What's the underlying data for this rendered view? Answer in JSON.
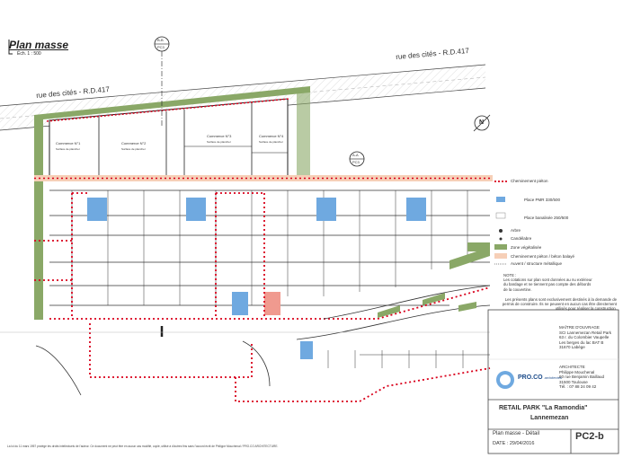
{
  "header": {
    "title": "Plan masse",
    "scale": "Éch. 1 : 500",
    "section_marker_top": {
      "letter": "B-B",
      "ref": "PC3"
    },
    "section_marker_right": {
      "letter": "A-A",
      "ref": "PC3"
    },
    "north_label": "N"
  },
  "streets": {
    "upper": "rue des cités - R.D.417",
    "lower": "rue des cités - R.D.417"
  },
  "buildings": [
    {
      "name": "Commerce N°1",
      "sub": "Surface de plancher"
    },
    {
      "name": "Commerce N°2",
      "sub": "Surface de plancher"
    },
    {
      "name": "Commerce N°3",
      "sub": "Surface de plancher"
    },
    {
      "name": "Commerce N°4",
      "sub": "Surface de plancher"
    }
  ],
  "legend": [
    {
      "label": "Cheminement piéton",
      "color": "#d9001b"
    },
    {
      "label": "Place PMR 330/500",
      "color": "#6fa9e0"
    },
    {
      "label": "Place banalisée 250/500",
      "color": "#ffffff"
    },
    {
      "label": "Arbre",
      "color": "#333333"
    },
    {
      "label": "Candélabre",
      "color": "#333333"
    },
    {
      "label": "Zone végétalisée",
      "color": "#8aa867"
    },
    {
      "label": "Cheminement piéton / béton balayé",
      "color": "#f6cfb7"
    },
    {
      "label": "Auvent / structure métallique",
      "color": "#888888"
    }
  ],
  "notes": {
    "head": "NOTE :",
    "line1": "Les cotations sur plan sont données au nu extérieur",
    "line2": "du bardage et ne tiennent pas compte des débords",
    "line3": "de la couvertine.",
    "p2_1": "Les présents plans sont exclusivement destinés à la demande de",
    "p2_2": "permis de construire. Ils ne peuvent en aucun cas être directement",
    "p2_3": "utilisés pour réaliser la construction."
  },
  "title_block": {
    "owner_title": "MAÎTRE D'OUVRAGE",
    "owner_lines": [
      "SCI Lannemezan Retail Park",
      "63 r. du Colombier Vaupelle",
      "Les berges du lac BAT B",
      "31670 Labège"
    ],
    "architect_title": "ARCHITECTE",
    "architect_lines": [
      "Philippe Mouchenal",
      "60 rue Benjamin Baillaud",
      "31500 Toulouse",
      "Tél. : 07 88 24 09 42"
    ],
    "logo_text": "PRO.CO",
    "logo_sub": "architectes",
    "project_name": "RETAIL PARK \"La Ramondia\"",
    "project_city": "Lannemezan",
    "sheet_title": "Plan masse - Détail",
    "date": "DATE : 29/04/2016",
    "sheet_code": "PC2-b"
  },
  "footer": {
    "copyright": "La loi du 11 mars 1957 protège les droits intellectuels de l'auteur. Ce document ne peut être en aucun cas modifié, copié, utilisé à d'autres fins sans l'accord écrit de Philippe Mouchenal / PRO.CO ARCHITECTURE."
  },
  "colors": {
    "green": "#8aa867",
    "red": "#d9001b",
    "blue": "#6fa9e0",
    "salmon": "#f09a8f",
    "peach": "#f6cfb7"
  }
}
